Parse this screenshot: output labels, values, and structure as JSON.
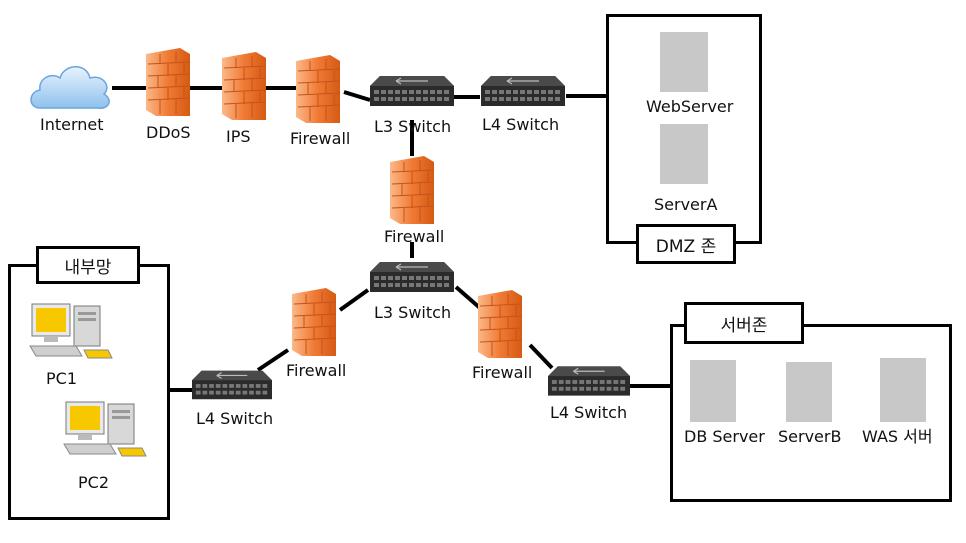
{
  "nodes": {
    "internet": "Internet",
    "ddos": "DDoS",
    "ips": "IPS",
    "firewall_top": "Firewall",
    "l3_switch_top": "L3 Switch",
    "l4_switch_top": "L4 Switch",
    "firewall_mid": "Firewall",
    "l3_switch_mid": "L3 Switch",
    "firewall_left": "Firewall",
    "l4_switch_left": "L4 Switch",
    "firewall_right": "Firewall",
    "l4_switch_right": "L4 Switch"
  },
  "zones": {
    "dmz": {
      "label": "DMZ 존",
      "servers": [
        "WebServer",
        "ServerA"
      ]
    },
    "internal": {
      "label": "내부망",
      "pcs": [
        "PC1",
        "PC2"
      ]
    },
    "server_zone": {
      "label": "서버존",
      "servers": [
        "DB Server",
        "ServerB",
        "WAS 서버"
      ]
    }
  }
}
